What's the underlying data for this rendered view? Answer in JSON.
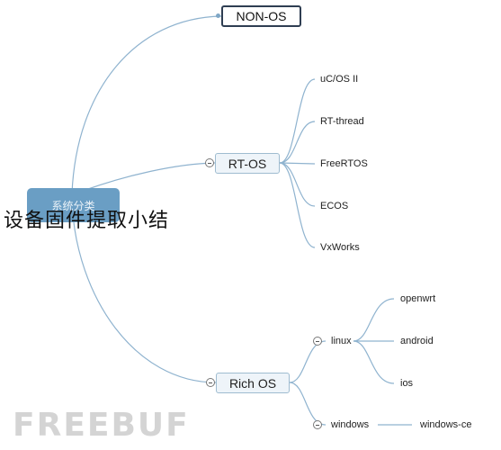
{
  "root": {
    "label": "系统分类"
  },
  "overlay_title": "设备固件提取小结",
  "watermark": "FREEBUF",
  "branches": [
    {
      "label": "NON-OS"
    },
    {
      "label": "RT-OS",
      "children": [
        "uC/OS II",
        "RT-thread",
        "FreeRTOS",
        "ECOS",
        "VxWorks"
      ]
    },
    {
      "label": "Rich OS",
      "children": [
        {
          "label": "linux",
          "children": [
            "openwrt",
            "android",
            "ios"
          ]
        },
        {
          "label": "windows",
          "children": [
            "windows-ce"
          ]
        }
      ]
    }
  ],
  "colors": {
    "connector": "#8fb3cf",
    "root_fill": "#6a9ec4",
    "main_border": "#2f3e52",
    "sub_border": "#9fbcd0",
    "sub_fill": "#eef4f9"
  }
}
